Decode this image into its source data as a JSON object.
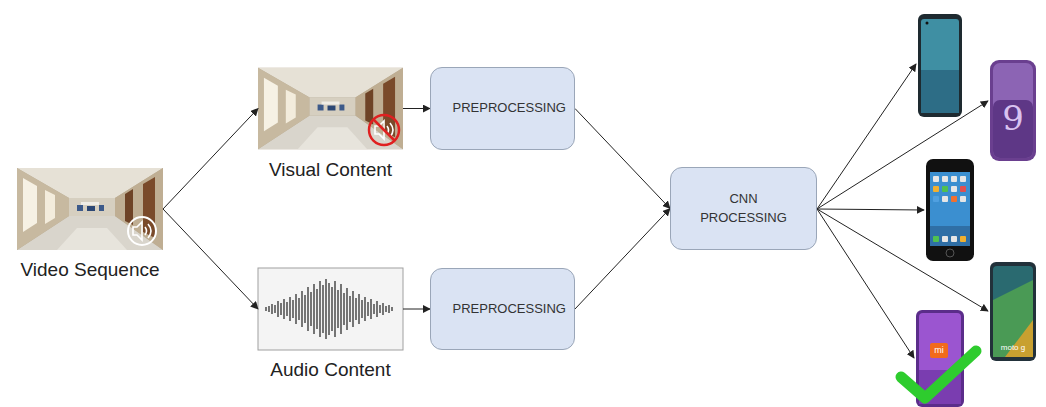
{
  "diagram": {
    "nodes": [
      {
        "text": [
          "Video Sequence"
        ]
      },
      {
        "text": [
          "Visual Content"
        ]
      },
      {
        "text": [
          "Audio Content"
        ]
      },
      {
        "text": [
          "PREPROCESSING"
        ]
      },
      {
        "text": [
          "PREPROCESSING"
        ]
      },
      {
        "text": [
          "CNN PROCESSING"
        ]
      }
    ],
    "edges": [
      {
        "from": 0,
        "to": 1,
        "arrow": "to"
      },
      {
        "from": 0,
        "to": 2,
        "arrow": "to"
      },
      {
        "from": 1,
        "to": 3,
        "arrow": "to"
      },
      {
        "from": 2,
        "to": 4,
        "arrow": "to"
      },
      {
        "from": 3,
        "to": 5,
        "arrow": "to"
      },
      {
        "from": 4,
        "to": 5,
        "arrow": "to"
      }
    ],
    "labels": [
      "9",
      "moto g",
      "mi"
    ]
  }
}
